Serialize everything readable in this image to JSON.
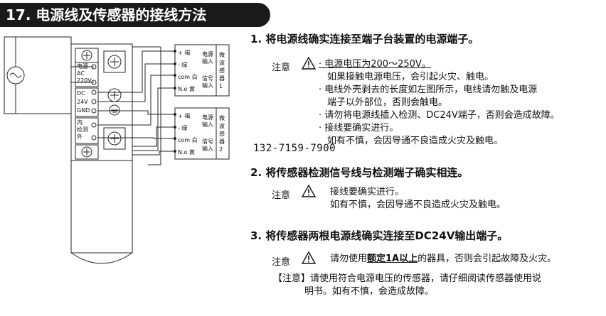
{
  "header": {
    "title": "17. 电源线及传感器的接线方法"
  },
  "diagram": {
    "left_labels": [
      "电源",
      "AC",
      "220V",
      "DC",
      "24V",
      "GND",
      "内",
      "检测",
      "外"
    ],
    "sensor1": {
      "rows": [
        "+ 褐",
        "- 绿",
        "com 白",
        "N.o 黄"
      ],
      "input_labels": [
        "电源",
        "输入",
        "信号",
        "输入"
      ],
      "side": [
        "微",
        "波",
        "感",
        "器",
        "1"
      ]
    },
    "sensor2": {
      "rows": [
        "+ 褐",
        "- 绿",
        "com 白",
        "N.o 黄"
      ],
      "input_labels": [
        "电源",
        "输入",
        "信号",
        "输入"
      ],
      "side": [
        "微",
        "波",
        "感",
        "器",
        "2"
      ]
    }
  },
  "phone": "132-7159-7900",
  "section1": {
    "title": "1. 将电源线确实连接至端子台装置的电源端子。",
    "note_label": "注意",
    "lines": [
      "· 电源电压为200～250V。",
      "如果接触电源电压，会引起火灾、触电。",
      "· 电线外壳剥去的长度如左图所示，电线请勿触及电源",
      "端子以外部位，否则会触电。",
      "· 请勿将电源线插入检测、DC24V端子，否则会造成故障。",
      "· 接线要确实进行。",
      "如有不慎，会因导通不良造成火灾及触电。"
    ]
  },
  "section2": {
    "title": "2. 将传感器检测信号线与检测端子确实相连。",
    "note_label": "注意",
    "lines": [
      "接线要确实进行。",
      "如有不慎，会因导通不良造成火灾及触电。"
    ]
  },
  "section3": {
    "title": "3. 将传感器两根电源线确实连接至DC24V输出端子。",
    "note_label": "注意",
    "pre": "请勿使用",
    "emph": "额定1A以上",
    "post": "的器具，否则会引起故障及火灾。",
    "footnote1": "【注意】请使用符合电源电压的传感器，请仔细阅读传感器使用说",
    "footnote2": "明书。如有不慎，会造成故障。"
  }
}
